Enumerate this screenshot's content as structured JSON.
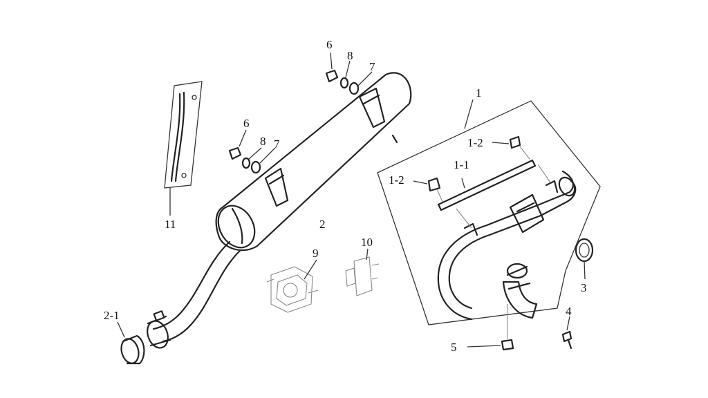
{
  "diagram": {
    "colors": {
      "ink": "#222222",
      "background": "#ffffff",
      "faded_part": "#888888"
    },
    "callouts": {
      "assembly_1": "1",
      "bolt_1_2_upper": "1-2",
      "bracket_1_1": "1-1",
      "bolt_1_2_lower": "1-2",
      "muffler_2": "2",
      "clamp_2_1": "2-1",
      "gasket_3": "3",
      "nut_4": "4",
      "bolt_5": "5",
      "bolt_6_upper": "6",
      "bolt_6_lower": "6",
      "washer_7_upper": "7",
      "washer_7_lower": "7",
      "washer_8_upper": "8",
      "washer_8_lower": "8",
      "valve_9": "9",
      "valve_10": "10",
      "hose_11": "11"
    }
  }
}
